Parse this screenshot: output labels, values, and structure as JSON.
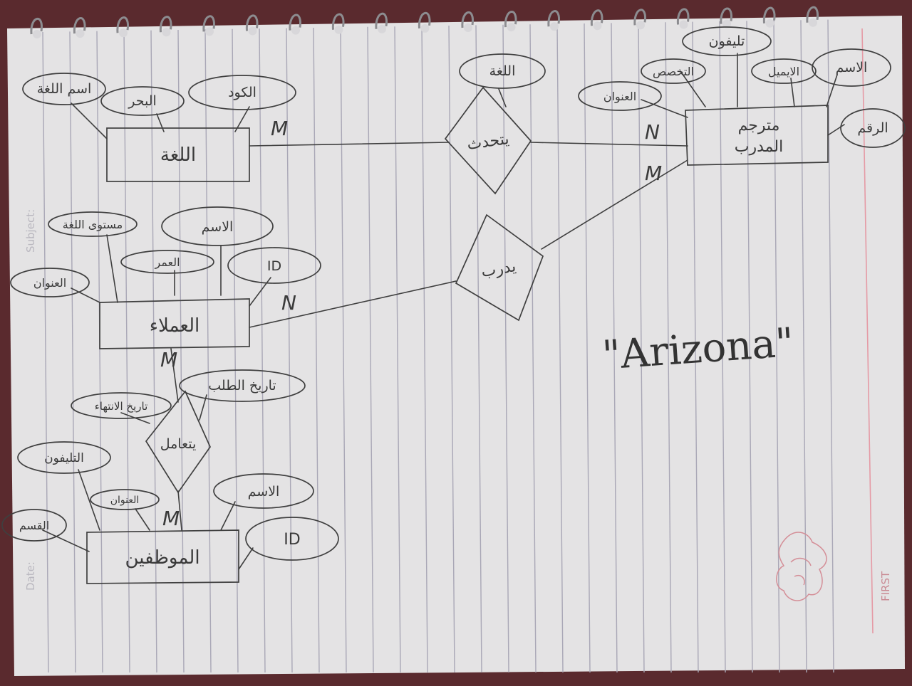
{
  "notebook": {
    "side_labels": {
      "subject": "Subject:",
      "date": "Date:"
    },
    "brand": "FIRST",
    "note": "\"Arizona\""
  },
  "entities": {
    "language": {
      "label": "اللغة"
    },
    "translator": {
      "label_line1": "مترجم",
      "label_line2": "المدرب"
    },
    "customers": {
      "label": "العملاء"
    },
    "employees": {
      "label": "الموظفين"
    }
  },
  "relationships": {
    "speaks": {
      "label": "يتحدث"
    },
    "trains": {
      "label": "يدرب"
    },
    "deals": {
      "label": "يتعامل"
    }
  },
  "attributes": {
    "language": [
      {
        "key": "lang_name",
        "label": "اسم اللغة"
      },
      {
        "key": "lang_sea",
        "label": "البحر"
      },
      {
        "key": "lang_code",
        "label": "الكود"
      }
    ],
    "translator": [
      {
        "key": "tr_phone",
        "label": "تليفون"
      },
      {
        "key": "tr_spec",
        "label": "التخصص"
      },
      {
        "key": "tr_email",
        "label": "الايميل"
      },
      {
        "key": "tr_name",
        "label": "الاسم"
      },
      {
        "key": "tr_addr",
        "label": "العنوان"
      },
      {
        "key": "tr_num",
        "label": "الرقم"
      }
    ],
    "speaks": [
      {
        "key": "sp_lang",
        "label": "اللغة"
      }
    ],
    "customers": [
      {
        "key": "cu_level",
        "label": "مستوى اللغة"
      },
      {
        "key": "cu_name",
        "label": "الاسم"
      },
      {
        "key": "cu_age",
        "label": "العمر"
      },
      {
        "key": "cu_id",
        "label": "ID"
      },
      {
        "key": "cu_addr",
        "label": "العنوان"
      }
    ],
    "deals": [
      {
        "key": "dl_end",
        "label": "تاريخ الانتهاء"
      },
      {
        "key": "dl_order",
        "label": "تاريخ الطلب"
      }
    ],
    "employees": [
      {
        "key": "em_phone",
        "label": "التليفون"
      },
      {
        "key": "em_addr",
        "label": "العنوان"
      },
      {
        "key": "em_name",
        "label": "الاسم"
      },
      {
        "key": "em_dept",
        "label": "القسم"
      },
      {
        "key": "em_id",
        "label": "ID"
      }
    ]
  },
  "cardinalities": {
    "language_speaks": "M",
    "translator_speaks": "N",
    "translator_trains": "M",
    "customers_trains": "N",
    "customers_deals": "M",
    "employees_deals": "M"
  }
}
